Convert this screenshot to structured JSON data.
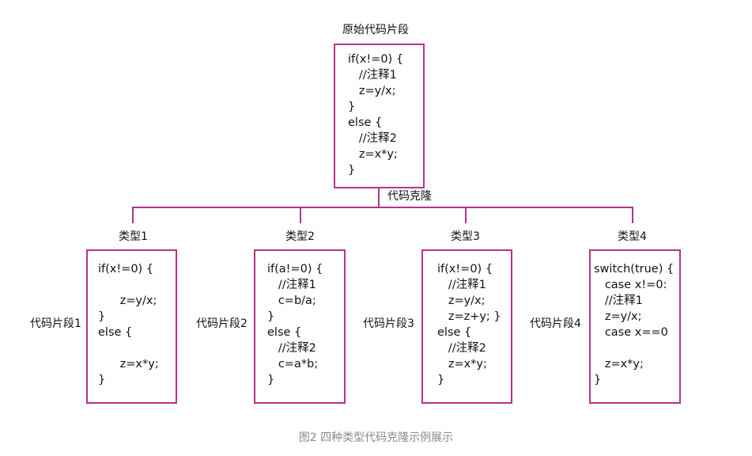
{
  "colors": {
    "line": "#b5338a",
    "caption": "#8a8a8a"
  },
  "original": {
    "title": "原始代码片段",
    "code": "if(x!=0) {\n   //注释1\n   z=y/x;\n}\nelse {\n   //注释2\n   z=x*y;\n}"
  },
  "branch_label": "代码克隆",
  "types": [
    {
      "name": "类型1",
      "fragment_label": "代码片段1",
      "code": "if(x!=0) {\n\n      z=y/x;\n}\nelse {\n\n      z=x*y;\n}"
    },
    {
      "name": "类型2",
      "fragment_label": "代码片段2",
      "code": "if(a!=0) {\n   //注释1\n   c=b/a;\n}\nelse {\n   //注释2\n   c=a*b;\n}"
    },
    {
      "name": "类型3",
      "fragment_label": "代码片段3",
      "code": "if(x!=0) {\n   //注释1\n   z=y/x;\n   z=z+y; }\nelse {\n   //注释2\n   z=x*y;\n}"
    },
    {
      "name": "类型4",
      "fragment_label": "代码片段4",
      "code": "switch(true) {\n   case x!=0:\n   //注释1\n   z=y/x;\n   case x==0\n\n   z=x*y;\n}"
    }
  ],
  "caption": "图2 四种类型代码克隆示例展示"
}
